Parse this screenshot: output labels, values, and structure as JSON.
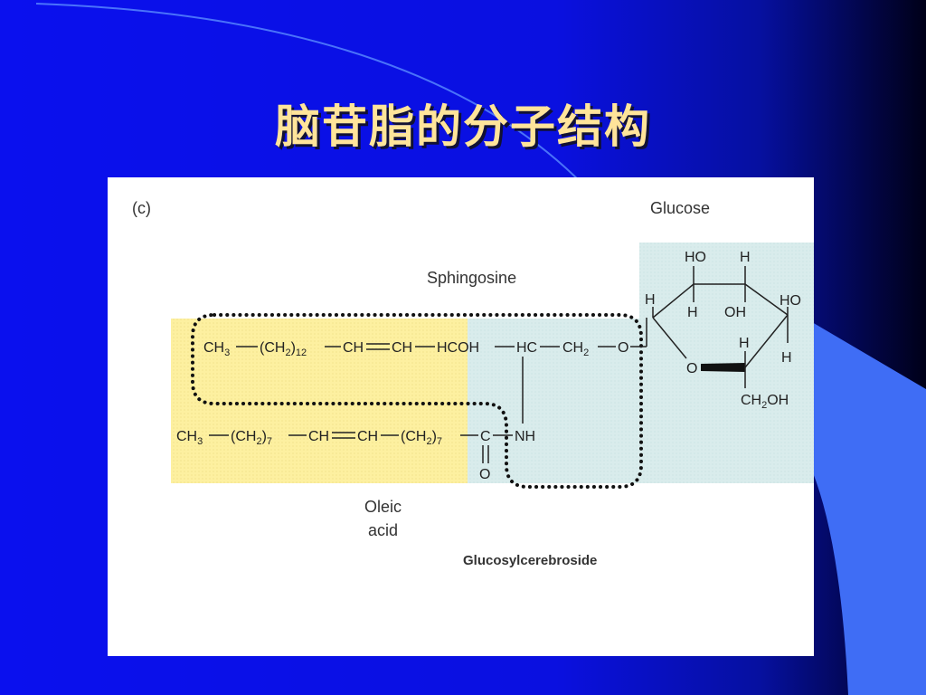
{
  "slide": {
    "title": "脑苷脂的分子结构",
    "colors": {
      "background": "#0a10e8",
      "title": "#ffe49a",
      "accent": "#3f6df5"
    }
  },
  "figure": {
    "panel_label": "(c)",
    "caption": "Glucosylcerebroside",
    "regions": {
      "sphingosine": "Sphingosine",
      "glucose": "Glucose",
      "oleic_line1": "Oleic",
      "oleic_line2": "acid"
    },
    "colors": {
      "oleic_fill": "#fdf0a0",
      "sphingosine_fill": "#d8ecec",
      "glucose_fill": "#d8ecec"
    },
    "row1": {
      "ch3": "CH",
      "ch3_sub": "3",
      "ch2n": "(CH",
      "ch2n_sub": "2",
      "ch2n_close": ")",
      "ch2n_count": "12",
      "ch_a": "CH",
      "ch_b": "CH",
      "hcoh": "HCOH",
      "hc": "HC",
      "ch2o": "CH",
      "ch2o_sub": "2",
      "o": "O"
    },
    "row2": {
      "ch3": "CH",
      "ch3_sub": "3",
      "ch2a": "(CH",
      "ch2a_sub": "2",
      "ch2a_close": ")",
      "ch2a_count": "7",
      "ch_a": "CH",
      "ch_b": "CH",
      "ch2b": "(CH",
      "ch2b_sub": "2",
      "ch2b_close": ")",
      "ch2b_count": "7",
      "c": "C",
      "nh": "NH",
      "carbonyl_o": "O"
    },
    "ring": {
      "ho_top": "HO",
      "h_top": "H",
      "h_left": "H",
      "h_mid": "H",
      "oh_mid": "OH",
      "ho_right": "HO",
      "h_right_upper": "H",
      "h_right_lower": "H",
      "ring_o": "O",
      "ch2oh": "CH",
      "ch2oh_sub": "2",
      "ch2oh_tail": "OH"
    }
  }
}
